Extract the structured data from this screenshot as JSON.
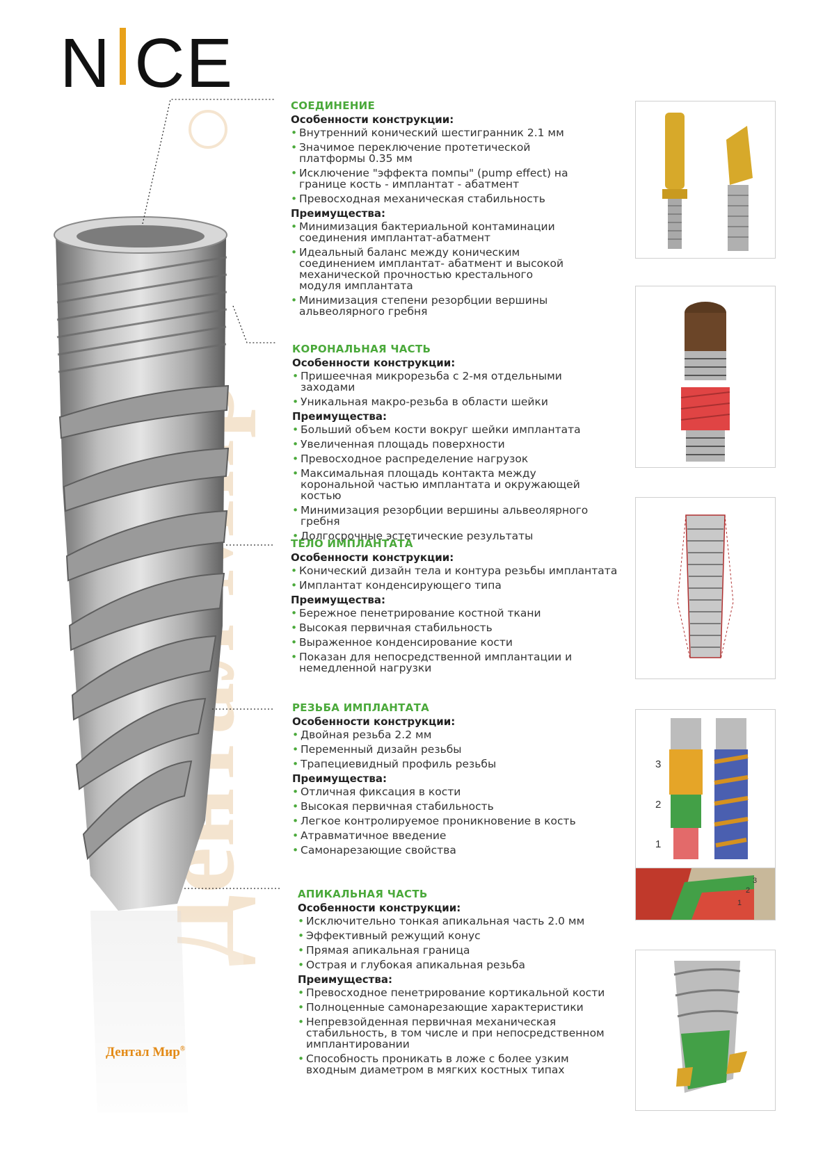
{
  "logo": {
    "left": "N",
    "right": "CE"
  },
  "watermark": {
    "text": "Дентал Мир",
    "mark": "®"
  },
  "brand": {
    "name": "Дентал Мир",
    "mark": "®"
  },
  "colors": {
    "accent_green": "#4aa93a",
    "logo_bar": "#e8a11a",
    "brand": "#e38a16"
  },
  "sections": [
    {
      "title": "СОЕДИНЕНИЕ",
      "features_heading": "Особенности конструкции:",
      "features": [
        "Внутренний конический шестигранник 2.1 мм",
        "Значимое переключение протетической платформы 0.35 мм",
        "Исключение \"эффекта помпы\" (pump effect) на границе кость - имплантат - абатмент",
        "Превосходная механическая стабильность"
      ],
      "benefits_heading": "Преимущества:",
      "benefits": [
        "Минимизация бактериальной контаминации соединения имплантат-абатмент",
        "Идеальный баланс между коническим соединением имплантат- абатмент и высокой механической прочностью крестального модуля имплантата",
        "Минимизация степени резорбции вершины альвеолярного гребня"
      ]
    },
    {
      "title": "КОРОНАЛЬНАЯ ЧАСТЬ",
      "features_heading": "Особенности конструкции:",
      "features": [
        "Пришеечная микрорезьба с 2-мя отдельными заходами",
        "Уникальная макро-резьба в области шейки"
      ],
      "benefits_heading": "Преимущества:",
      "benefits": [
        "Больший объем кости вокруг шейки имплантата",
        "Увеличенная площадь поверхности",
        "Превосходное распределение нагрузок",
        "Максимальная площадь контакта между корональной частью имплантата и окружающей костью",
        "Минимизация резорбции вершины альвеолярного гребня",
        "Долгосрочные эстетические результаты"
      ]
    },
    {
      "title": "ТЕЛО ИМПЛАНТАТА",
      "features_heading": "Особенности конструкции:",
      "features": [
        "Конический дизайн тела и контура резьбы имплантата",
        "Имплантат конденсирующего типа"
      ],
      "benefits_heading": "Преимущества:",
      "benefits": [
        "Бережное пенетрирование костной ткани",
        "Высокая первичная стабильность",
        "Выраженное конденсирование кости",
        "Показан для непосредственной имплантации и немедленной нагрузки"
      ]
    },
    {
      "title": "РЕЗЬБА ИМПЛАНТАТА",
      "features_heading": "Особенности конструкции:",
      "features": [
        "Двойная резьба 2.2 мм",
        "Переменный дизайн резьбы",
        "Трапециевидный профиль резьбы"
      ],
      "benefits_heading": "Преимущества:",
      "benefits": [
        "Отличная фиксация в кости",
        "Высокая первичная стабильность",
        "Легкое контролируемое проникновение в кость",
        "Атравматичное введение",
        "Самонарезающие свойства"
      ]
    },
    {
      "title": "АПИКАЛЬНАЯ ЧАСТЬ",
      "features_heading": "Особенности конструкции:",
      "features": [
        "Исключительно тонкая апикальная часть 2.0 мм",
        "Эффективный режущий конус",
        "Прямая апикальная граница",
        "Острая и глубокая апикальная резьба"
      ],
      "benefits_heading": "Преимущества:",
      "benefits": [
        "Превосходное пенетрирование кортикальной кости",
        "Полноценные самонарезающие характеристики",
        "Непревзойденная первичная механическая стабильность, в том числе и при непосредственном имплантировании",
        "Способность проникать в ложе с более узким входным диаметром в мягких костных типах"
      ]
    }
  ],
  "thread_zones": {
    "left": [
      "3",
      "2",
      "1"
    ],
    "inset": [
      "3",
      "2",
      "1"
    ]
  }
}
